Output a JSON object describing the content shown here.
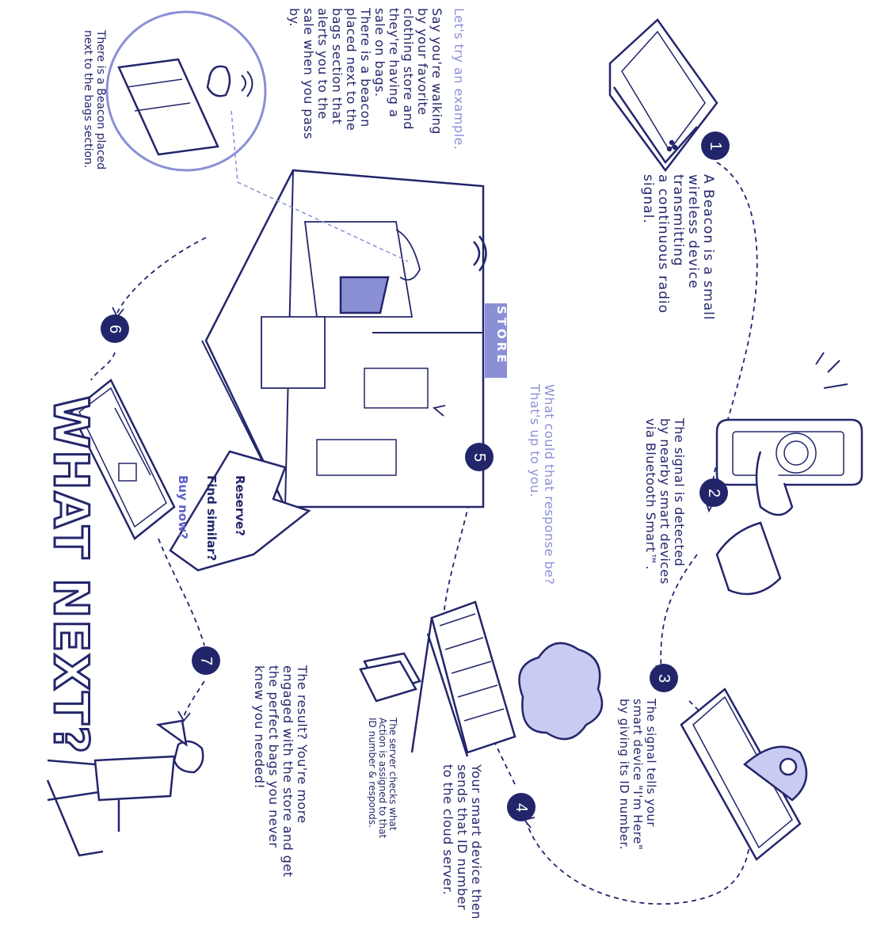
{
  "steps": [
    {
      "number": "1",
      "text": "A Beacon is a small\nwireless device transmitting\na continuous radio signal."
    },
    {
      "number": "2",
      "text": "The signal is detected\nby nearby smart devices\nvia Bluetooth Smart™."
    },
    {
      "number": "3",
      "text": "The signal tells your\nsmart device \"I'm Here\"\nby giving its ID number."
    },
    {
      "number": "4",
      "text": "Your smart device then\nsends that ID number\nto the cloud server."
    },
    {
      "number": "5",
      "text": "What could that response be?\nThat's up to you."
    },
    {
      "number": "6",
      "text": ""
    },
    {
      "number": "7",
      "text": "The result? You're more\nengaged with the store and get\nthe perfect bags you never\nknew you needed!"
    }
  ],
  "server_note": "The server checks what\nAction is assigned to that\nID number & responds.",
  "example": {
    "intro": "Let's try an example.",
    "body": "Say you're walking\nby your favorite\nclothing store and\nthey're having a\nsale on bags.\nThere is a beacon\nplaced next to the\nbags section that\nalerts you to the\nsale when you pass\nby.",
    "caption": "There is a Beacon placed\nnext to the bags section."
  },
  "store_label": "STORE",
  "bubble": {
    "line1": "Reserve?",
    "line2": "Find similar?",
    "line3": "Buy now?"
  },
  "headline": "WHAT NEXT?",
  "colors": {
    "navy": "#23266b",
    "lavender": "#8b8fd6",
    "fill": "#c9cbf2",
    "badge": "#22256a"
  }
}
